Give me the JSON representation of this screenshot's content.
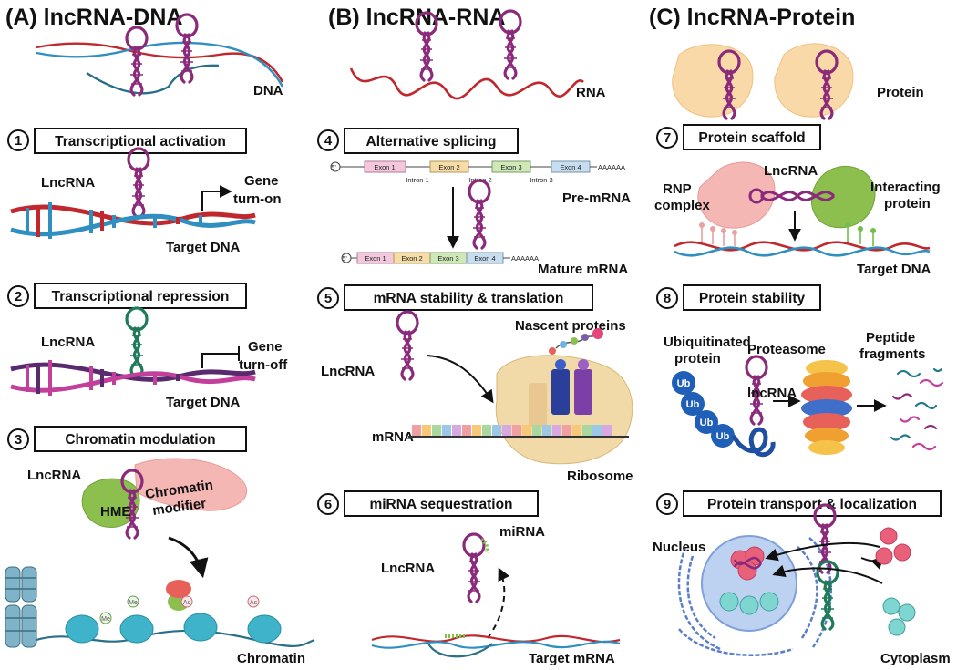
{
  "columns": [
    {
      "title": "(A) lncRNA-DNA"
    },
    {
      "title": "(B) lncRNA-RNA"
    },
    {
      "title": "(C) lncRNA-Protein"
    }
  ],
  "mechanisms": [
    {
      "number": "1",
      "label": "Transcriptional activation"
    },
    {
      "number": "2",
      "label": "Transcriptional repression"
    },
    {
      "number": "3",
      "label": "Chromatin modulation"
    },
    {
      "number": "4",
      "label": "Alternative splicing"
    },
    {
      "number": "5",
      "label": "mRNA stability & translation"
    },
    {
      "number": "6",
      "label": "miRNA sequestration"
    },
    {
      "number": "7",
      "label": "Protein scaffold"
    },
    {
      "number": "8",
      "label": "Protein stability"
    },
    {
      "number": "9",
      "label": "Protein transport & localization"
    }
  ],
  "labels": {
    "dna": "DNA",
    "rna": "RNA",
    "protein": "Protein",
    "lncrna": "LncRNA",
    "ncrna_lower": "lncRNA",
    "gene_on_1": "Gene",
    "gene_on_2": "turn-on",
    "gene_off_1": "Gene",
    "gene_off_2": "turn-off",
    "target_dna": "Target DNA",
    "hme": "HME",
    "chromatin_modifier_1": "Chromatin",
    "chromatin_modifier_2": "modifier",
    "chromatin": "Chromatin",
    "pre_mrna": "Pre-mRNA",
    "mature_mrna": "Mature mRNA",
    "exon1": "Exon 1",
    "exon2": "Exon 2",
    "exon3": "Exon 3",
    "exon4": "Exon 4",
    "intron1": "Intron 1",
    "intron2": "Intron 2",
    "intron3": "Intron 3",
    "polya": "AAAAAA",
    "five_prime": "5'",
    "nascent_proteins": "Nascent proteins",
    "mrna": "mRNA",
    "ribosome": "Ribosome",
    "mirna": "miRNA",
    "target_mrna": "Target mRNA",
    "rnp_1": "RNP",
    "rnp_2": "complex",
    "interacting_1": "Interacting",
    "interacting_2": "protein",
    "ubiquitinated_1": "Ubiquitinated",
    "ubiquitinated_2": "protein",
    "proteasome": "Proteasome",
    "peptide_1": "Peptide",
    "peptide_2": "fragments",
    "ub": "Ub",
    "me": "Me",
    "ac": "Ac",
    "nucleus": "Nucleus",
    "cytoplasm": "Cytoplasm"
  },
  "colors": {
    "lncrna": "#8b2a7a",
    "lncrna_green": "#1f7a5a",
    "dna_red": "#c0282d",
    "dna_blue": "#2f8fc0",
    "dna_purple": "#5a2a6e",
    "dna_magenta": "#c2409c",
    "exon1": "#f3c8dc",
    "exon2": "#f6dca6",
    "exon3": "#cfe8b8",
    "exon4": "#c7def0",
    "ribosome": "#f1d9a8",
    "ub": "#1f5fb8",
    "nucleosome": "#3fb3c9",
    "hme": "#8dbf4f",
    "modifier": "#f4b7b4"
  }
}
